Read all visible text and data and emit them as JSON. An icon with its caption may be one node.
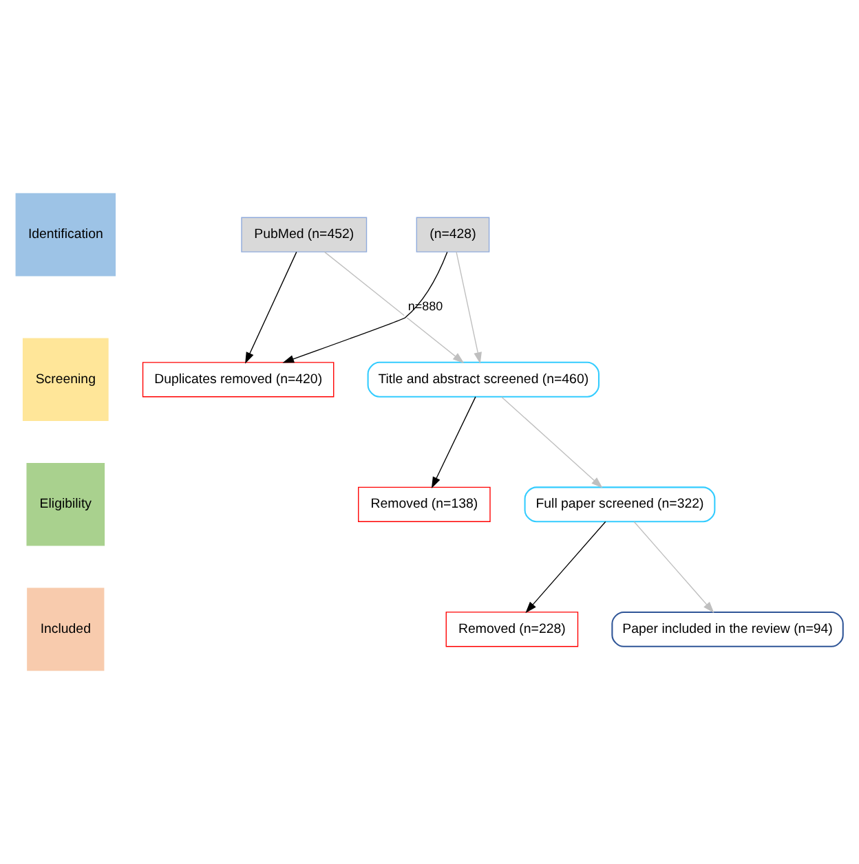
{
  "diagram": {
    "nodes": [
      {
        "text": [
          "Identification"
        ]
      },
      {
        "text": [
          "PubMed (n=452)"
        ]
      },
      {
        "text": [
          "(n=428)"
        ]
      },
      {
        "text": [
          "Screening"
        ]
      },
      {
        "text": [
          "Duplicates removed (n=420)"
        ]
      },
      {
        "text": [
          "Title and abstract screened (n=460)"
        ]
      },
      {
        "text": [
          "Removed (n=138)"
        ]
      },
      {
        "text": [
          "Eligibility"
        ]
      },
      {
        "text": [
          "Full paper screened (n=322)"
        ]
      },
      {
        "text": [
          "Removed (n=228)"
        ]
      },
      {
        "text": [
          "Included"
        ]
      },
      {
        "text": [
          "Paper included in the review (n=94)"
        ]
      }
    ],
    "edges": [
      {
        "from": 1,
        "to": 5,
        "arrow": "to",
        "label": "n=880",
        "color": "#bfbfbf"
      },
      {
        "from": 2,
        "to": 5,
        "arrow": "to",
        "color": "#bfbfbf"
      },
      {
        "from": 1,
        "to": 4,
        "arrow": "to",
        "color": "#000000"
      },
      {
        "from": 2,
        "to": 4,
        "arrow": "to",
        "color": "#000000"
      },
      {
        "from": 5,
        "to": 6,
        "arrow": "to",
        "color": "#000000"
      },
      {
        "from": 5,
        "to": 8,
        "arrow": "to",
        "color": "#bfbfbf"
      },
      {
        "from": 8,
        "to": 9,
        "arrow": "to",
        "color": "#000000"
      },
      {
        "from": 8,
        "to": 11,
        "arrow": "to",
        "color": "#bfbfbf"
      }
    ]
  }
}
